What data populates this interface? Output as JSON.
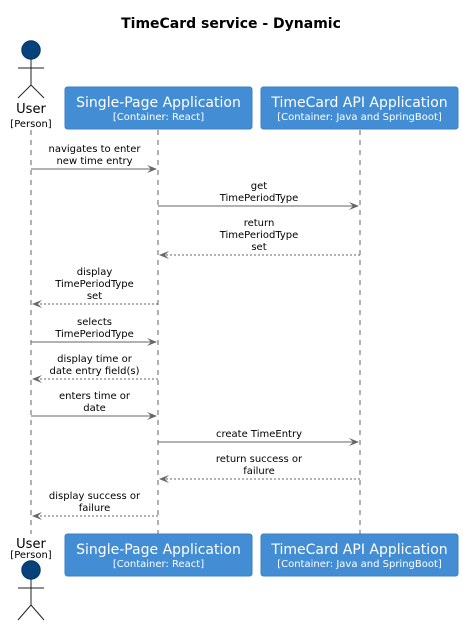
{
  "title": "TimeCard service - Dynamic",
  "colors": {
    "container_fill": "#438DD5",
    "container_border": "#3C7FC0",
    "actor_fill": "#08427B",
    "actor_stroke": "#073B6F",
    "line": "#666666",
    "arrow": "#666666"
  },
  "participants": [
    {
      "id": "user",
      "kind": "person",
      "name": "User",
      "type": "[Person]"
    },
    {
      "id": "spa",
      "kind": "container",
      "name": "Single-Page Application",
      "type": "[Container: React]"
    },
    {
      "id": "api",
      "kind": "container",
      "name": "TimeCard API Application",
      "type": "[Container: Java and SpringBoot]"
    }
  ],
  "messages": [
    {
      "from": "user",
      "to": "spa",
      "style": "solid",
      "lines": [
        "navigates to enter",
        "new time entry"
      ]
    },
    {
      "from": "spa",
      "to": "api",
      "style": "solid",
      "lines": [
        "get",
        "TimePeriodType"
      ]
    },
    {
      "from": "api",
      "to": "spa",
      "style": "dashed",
      "lines": [
        "return",
        "TimePeriodType",
        "set"
      ]
    },
    {
      "from": "spa",
      "to": "user",
      "style": "dashed",
      "lines": [
        "display",
        "TimePeriodType",
        "set"
      ]
    },
    {
      "from": "user",
      "to": "spa",
      "style": "solid",
      "lines": [
        "selects",
        "TimePeriodType"
      ]
    },
    {
      "from": "spa",
      "to": "user",
      "style": "dashed",
      "lines": [
        "display time or",
        "date entry field(s)"
      ]
    },
    {
      "from": "user",
      "to": "spa",
      "style": "solid",
      "lines": [
        "enters time or",
        "date"
      ]
    },
    {
      "from": "spa",
      "to": "api",
      "style": "solid",
      "lines": [
        "create TimeEntry"
      ]
    },
    {
      "from": "api",
      "to": "spa",
      "style": "dashed",
      "lines": [
        "return success or",
        "failure"
      ]
    },
    {
      "from": "spa",
      "to": "user",
      "style": "dashed",
      "lines": [
        "display success or",
        "failure"
      ]
    }
  ]
}
